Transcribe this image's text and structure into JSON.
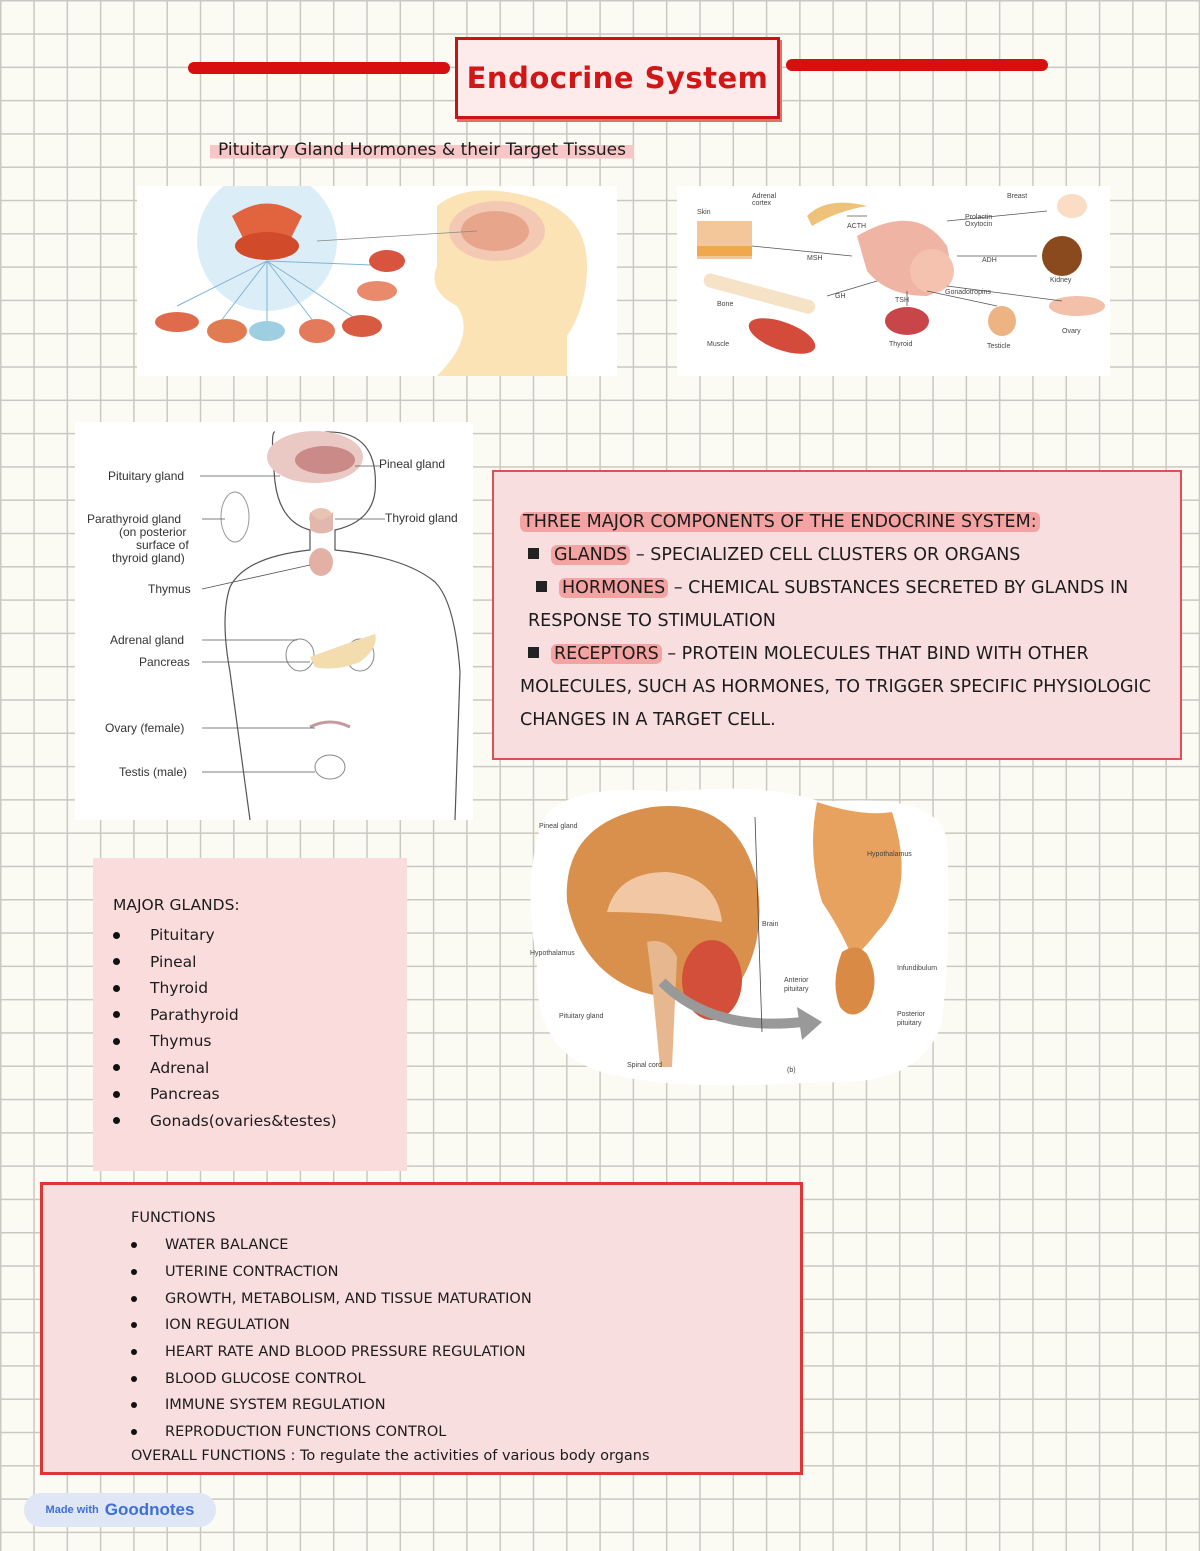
{
  "title": "Endocrine System",
  "subtitle": "Pituitary Gland Hormones & their Target Tissues",
  "diagram_right": {
    "labels": [
      "Adrenal cortex",
      "Breast",
      "Skin",
      "ACTH",
      "Prolactin",
      "Oxytocin",
      "MSH",
      "ADH",
      "Kidney",
      "GH",
      "TSH",
      "Gonadotropins",
      "Bone",
      "Ovary",
      "Muscle",
      "Thyroid",
      "Testicle"
    ]
  },
  "body_diagram": {
    "labels": [
      "Pituitary gland",
      "Pineal gland",
      "Parathyroid gland (on posterior surface of thyroid gland)",
      "Thyroid gland",
      "Thymus",
      "Adrenal gland",
      "Pancreas",
      "Ovary (female)",
      "Testis (male)"
    ]
  },
  "components": {
    "heading": "THREE MAJOR COMPONENTS OF THE ENDOCRINE SYSTEM:",
    "items": [
      {
        "term": "GLANDS",
        "desc": " – SPECIALIZED CELL CLUSTERS OR ORGANS"
      },
      {
        "term": "HORMONES",
        "desc": " – CHEMICAL SUBSTANCES SECRETED BY GLANDS IN RESPONSE TO STIMULATION"
      },
      {
        "term": "RECEPTORS",
        "desc": " – PROTEIN MOLECULES THAT BIND WITH OTHER MOLECULES, SUCH AS HORMONES, TO TRIGGER SPECIFIC PHYSIOLOGIC CHANGES IN A TARGET CELL."
      }
    ]
  },
  "brain_diagram": {
    "labels": [
      "Pineal gland",
      "Brain",
      "Hypothalamus",
      "Anterior pituitary",
      "Pituitary gland",
      "Spinal cord",
      "(b)",
      "Infundibulum",
      "Posterior pituitary"
    ]
  },
  "major_glands": {
    "heading": "MAJOR GLANDS:",
    "items": [
      "Pituitary",
      "Pineal",
      "Thyroid",
      "Parathyroid",
      "Thymus",
      "Adrenal",
      "Pancreas",
      "Gonads(ovaries&testes)"
    ]
  },
  "functions": {
    "heading": "FUNCTIONS",
    "items": [
      "WATER BALANCE",
      "UTERINE CONTRACTION",
      "GROWTH, METABOLISM, AND TISSUE MATURATION",
      "ION REGULATION",
      "HEART RATE AND BLOOD PRESSURE REGULATION",
      "BLOOD GLUCOSE CONTROL",
      "IMMUNE SYSTEM REGULATION",
      "REPRODUCTION FUNCTIONS CONTROL"
    ],
    "overall": "OVERALL FUNCTIONS : To regulate the activities of various body organs"
  },
  "badge": {
    "prefix": "Made with",
    "brand": "Goodnotes"
  },
  "colors": {
    "accent": "#d80f0f",
    "highlight": "#f4a3a3",
    "panel": "#f8dede"
  }
}
